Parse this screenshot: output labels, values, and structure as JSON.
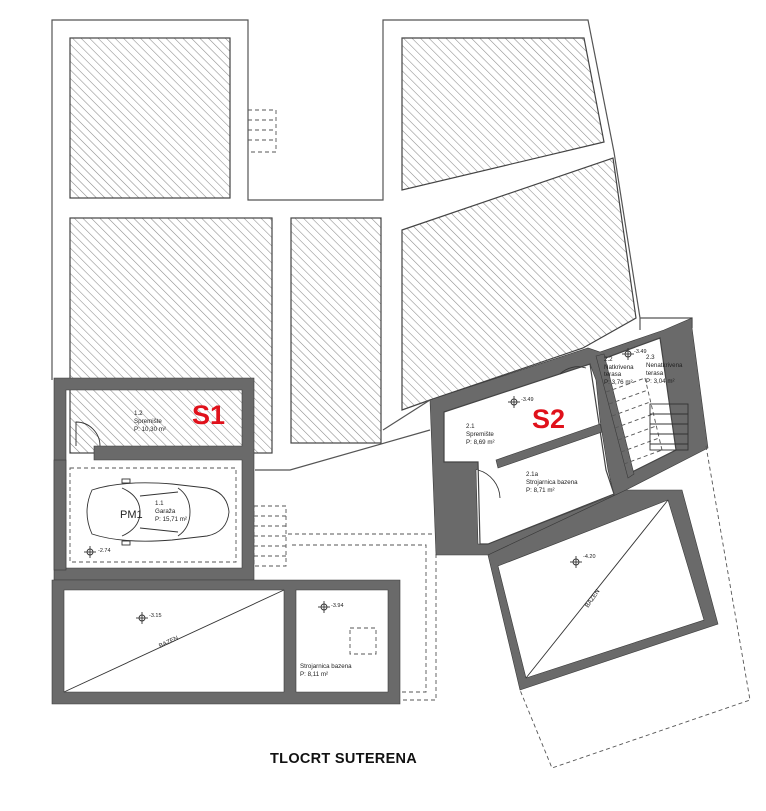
{
  "title": "TLOCRT SUTERENA",
  "units": [
    {
      "id": "S1",
      "color": "#e0111b"
    },
    {
      "id": "S2",
      "color": "#e0111b"
    }
  ],
  "parking": "PM1",
  "rooms": [
    {
      "num": "1.2",
      "name": "Spremište",
      "area": "P: 10,30 m²"
    },
    {
      "num": "1.1",
      "name": "Garaža",
      "area": "P: 15,71 m²"
    },
    {
      "num": "2.1",
      "name": "Spremište",
      "area": "P: 8,69 m²"
    },
    {
      "num": "2.1a",
      "name": "Strojarnica bazena",
      "area": "P: 8,71 m²"
    },
    {
      "num": "2.2",
      "name": "Natkrivena terasa",
      "name_l1": "Natkrivena",
      "name_l2": "terasa",
      "area": "P: 3,76 m²"
    },
    {
      "num": "2.3",
      "name": "Nenatkrivena terasa",
      "name_l1": "Nenatkrivena",
      "name_l2": "terasa",
      "area": "P: 3,04 m²"
    },
    {
      "num": "",
      "name": "Strojarnica bazena",
      "area": "P: 8,11 m²"
    }
  ],
  "pools": [
    "BAZEN",
    "BAZEN"
  ],
  "levels": [
    "-2.74",
    "-3.49",
    "-3.49",
    "-3.15",
    "-3.94",
    "-4.20"
  ],
  "colors": {
    "hatch": "#8a8a8a",
    "wall": "#6a6a6a",
    "accent": "#e0111b"
  }
}
